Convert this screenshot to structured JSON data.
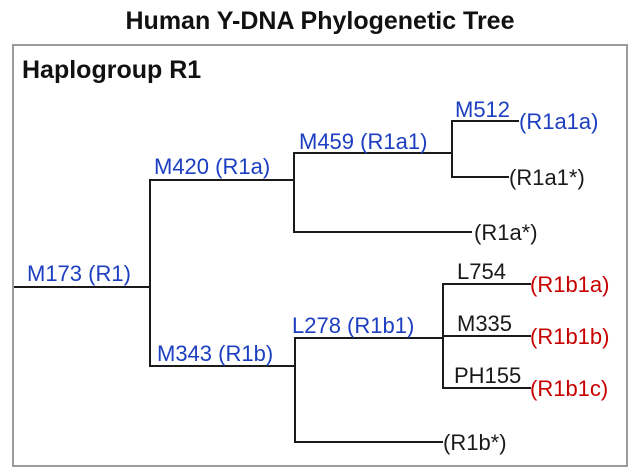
{
  "title": "Human Y-DNA Phylogenetic Tree",
  "panel": {
    "label": "Haplogroup R1"
  },
  "colors": {
    "branch_label_blue": "#1C3EC0",
    "terminal_red": "#C80000",
    "text_black": "#1A1A1A",
    "branch_line": "#1A1A1A",
    "box_border": "#9C9C9C",
    "background": "#FFFFFF"
  },
  "nodes": {
    "m173": {
      "label": "M173 (R1)",
      "color": "blue"
    },
    "m420": {
      "label": "M420 (R1a)",
      "color": "blue"
    },
    "m459": {
      "label": "M459 (R1a1)",
      "color": "blue"
    },
    "m512": {
      "label": "M512",
      "color": "blue"
    },
    "r1a1a": {
      "label": "(R1a1a)",
      "color": "blue"
    },
    "r1a1s": {
      "label": "(R1a1*)",
      "color": "black"
    },
    "r1as": {
      "label": "(R1a*)",
      "color": "black"
    },
    "m343": {
      "label": "M343 (R1b)",
      "color": "blue"
    },
    "l278": {
      "label": "L278 (R1b1)",
      "color": "blue"
    },
    "l754": {
      "label": "L754",
      "color": "black"
    },
    "r1b1a": {
      "label": "(R1b1a)",
      "color": "red"
    },
    "m335": {
      "label": "M335",
      "color": "black"
    },
    "r1b1b": {
      "label": "(R1b1b)",
      "color": "red"
    },
    "ph155": {
      "label": "PH155",
      "color": "black"
    },
    "r1b1c": {
      "label": "(R1b1c)",
      "color": "red"
    },
    "r1bs": {
      "label": "(R1b*)",
      "color": "black"
    }
  },
  "hierarchy": {
    "root": "m173",
    "children": {
      "m173": [
        "m420",
        "m343"
      ],
      "m420": [
        "m459",
        "r1as"
      ],
      "m459": [
        "m512",
        "r1a1s"
      ],
      "m512": [
        "r1a1a"
      ],
      "m343": [
        "l278",
        "r1bs"
      ],
      "l278": [
        "l754",
        "m335",
        "ph155"
      ],
      "l754": [
        "r1b1a"
      ],
      "m335": [
        "r1b1b"
      ],
      "ph155": [
        "r1b1c"
      ]
    }
  }
}
